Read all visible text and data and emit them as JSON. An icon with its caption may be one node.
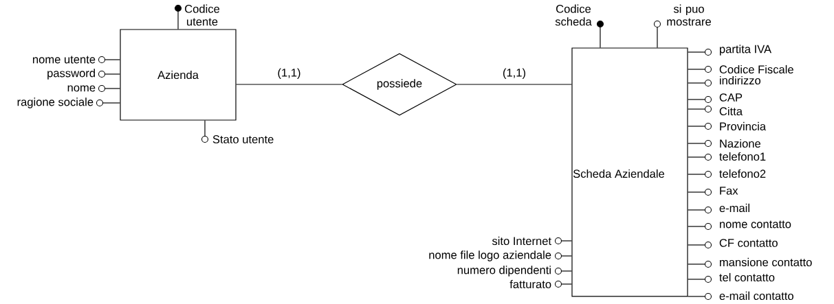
{
  "diagram": {
    "nodes": [
      {
        "text": [
          "Azienda"
        ]
      },
      {
        "text": [
          "possiede"
        ]
      },
      {
        "text": [
          "Scheda Aziendale"
        ]
      },
      {
        "text": [],
        "shape": "dot",
        "beside": [
          "Codice utente"
        ]
      },
      {
        "text": [],
        "shape": "circle",
        "beside": [
          "nome utente"
        ]
      },
      {
        "text": [],
        "shape": "circle",
        "beside": [
          "password"
        ]
      },
      {
        "text": [],
        "shape": "circle",
        "beside": [
          "nome"
        ]
      },
      {
        "text": [],
        "shape": "circle",
        "beside": [
          "ragione sociale"
        ]
      },
      {
        "text": [],
        "shape": "circle",
        "beside": [
          "Stato utente"
        ]
      },
      {
        "text": [],
        "shape": "dot",
        "beside": [
          "Codice scheda"
        ]
      },
      {
        "text": [],
        "shape": "circle",
        "beside": [
          "si puo mostrare"
        ]
      },
      {
        "text": [],
        "shape": "circle",
        "beside": [
          "partita IVA"
        ]
      },
      {
        "text": [],
        "shape": "circle",
        "beside": [
          "Codice Fiscale"
        ]
      },
      {
        "text": [],
        "shape": "circle",
        "beside": [
          "indirizzo"
        ]
      },
      {
        "text": [],
        "shape": "circle",
        "beside": [
          "CAP"
        ]
      },
      {
        "text": [],
        "shape": "circle",
        "beside": [
          "Citta"
        ]
      },
      {
        "text": [],
        "shape": "circle",
        "beside": [
          "Provincia"
        ]
      },
      {
        "text": [],
        "shape": "circle",
        "beside": [
          "Nazione"
        ]
      },
      {
        "text": [],
        "shape": "circle",
        "beside": [
          "telefono1"
        ]
      },
      {
        "text": [],
        "shape": "circle",
        "beside": [
          "telefono2"
        ]
      },
      {
        "text": [],
        "shape": "circle",
        "beside": [
          "Fax"
        ]
      },
      {
        "text": [],
        "shape": "circle",
        "beside": [
          "e-mail"
        ]
      },
      {
        "text": [],
        "shape": "circle",
        "beside": [
          "nome contatto"
        ]
      },
      {
        "text": [],
        "shape": "circle",
        "beside": [
          "CF contatto"
        ]
      },
      {
        "text": [],
        "shape": "circle",
        "beside": [
          "mansione contatto"
        ]
      },
      {
        "text": [],
        "shape": "circle",
        "beside": [
          "tel contatto"
        ]
      },
      {
        "text": [],
        "shape": "circle",
        "beside": [
          "e-mail contatto"
        ]
      },
      {
        "text": [],
        "shape": "circle",
        "beside": [
          "sito Internet"
        ]
      },
      {
        "text": [],
        "shape": "circle",
        "beside": [
          "nome file logo aziendale"
        ]
      },
      {
        "text": [],
        "shape": "circle",
        "beside": [
          "numero dipendenti"
        ]
      },
      {
        "text": [],
        "shape": "circle",
        "beside": [
          "fatturato"
        ]
      }
    ],
    "edges": [
      {
        "from": 0,
        "to": 1,
        "arrow": "none",
        "label": "(1,1)"
      },
      {
        "from": 1,
        "to": 2,
        "arrow": "none",
        "label": "(1,1)"
      },
      {
        "from": 3,
        "to": 0,
        "arrow": "none"
      },
      {
        "from": 4,
        "to": 0,
        "arrow": "none"
      },
      {
        "from": 5,
        "to": 0,
        "arrow": "none"
      },
      {
        "from": 6,
        "to": 0,
        "arrow": "none"
      },
      {
        "from": 7,
        "to": 0,
        "arrow": "none"
      },
      {
        "from": 8,
        "to": 0,
        "arrow": "none"
      },
      {
        "from": 9,
        "to": 2,
        "arrow": "none"
      },
      {
        "from": 10,
        "to": 2,
        "arrow": "none"
      },
      {
        "from": 11,
        "to": 2,
        "arrow": "none"
      },
      {
        "from": 12,
        "to": 2,
        "arrow": "none"
      },
      {
        "from": 13,
        "to": 2,
        "arrow": "none"
      },
      {
        "from": 14,
        "to": 2,
        "arrow": "none"
      },
      {
        "from": 15,
        "to": 2,
        "arrow": "none"
      },
      {
        "from": 16,
        "to": 2,
        "arrow": "none"
      },
      {
        "from": 17,
        "to": 2,
        "arrow": "none"
      },
      {
        "from": 18,
        "to": 2,
        "arrow": "none"
      },
      {
        "from": 19,
        "to": 2,
        "arrow": "none"
      },
      {
        "from": 20,
        "to": 2,
        "arrow": "none"
      },
      {
        "from": 21,
        "to": 2,
        "arrow": "none"
      },
      {
        "from": 22,
        "to": 2,
        "arrow": "none"
      },
      {
        "from": 23,
        "to": 2,
        "arrow": "none"
      },
      {
        "from": 24,
        "to": 2,
        "arrow": "none"
      },
      {
        "from": 25,
        "to": 2,
        "arrow": "none"
      },
      {
        "from": 26,
        "to": 2,
        "arrow": "none"
      },
      {
        "from": 27,
        "to": 2,
        "arrow": "none"
      },
      {
        "from": 28,
        "to": 2,
        "arrow": "none"
      },
      {
        "from": 29,
        "to": 2,
        "arrow": "none"
      },
      {
        "from": 30,
        "to": 2,
        "arrow": "none"
      }
    ]
  }
}
